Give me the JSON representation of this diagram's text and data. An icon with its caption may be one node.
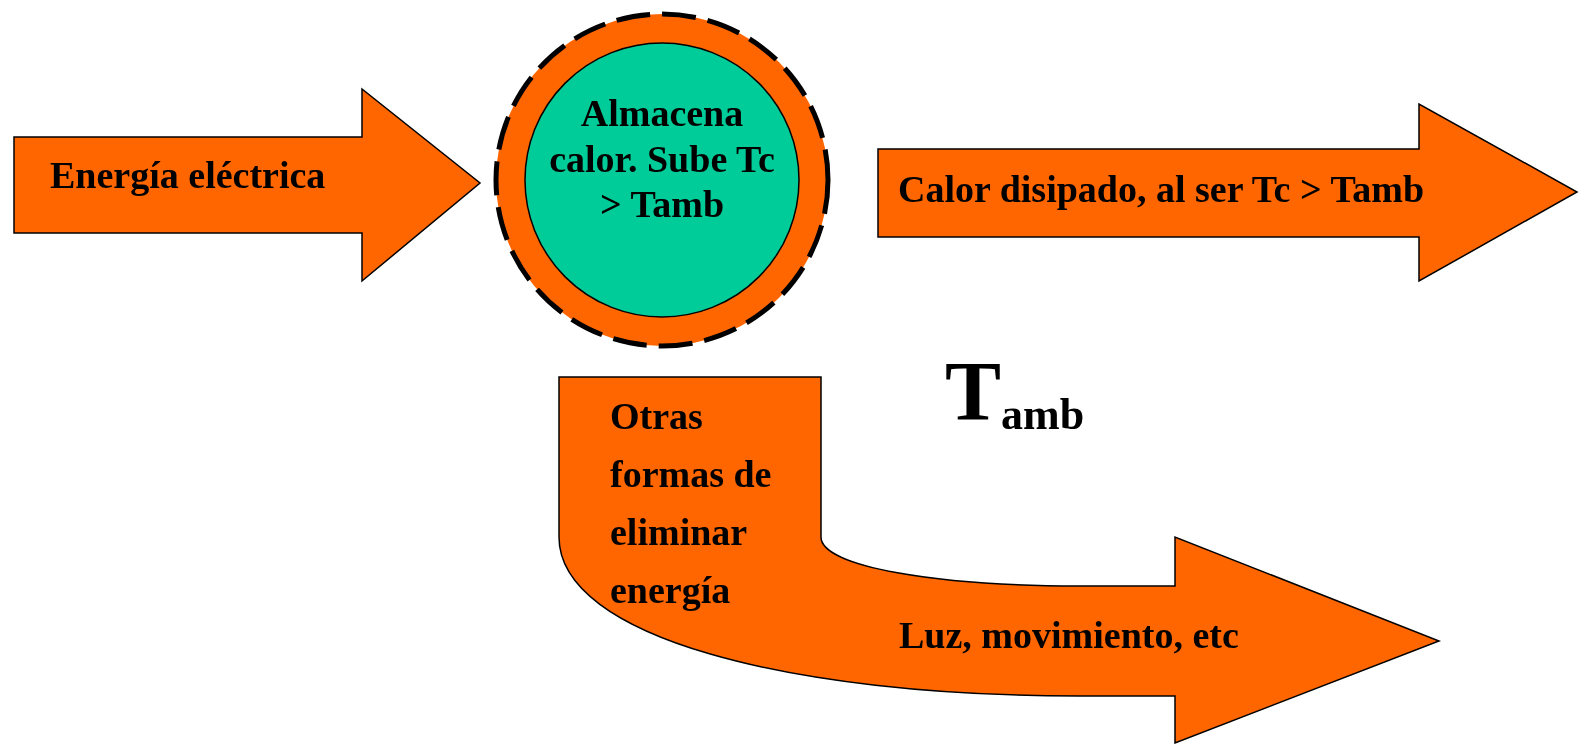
{
  "diagram": {
    "nodes": [
      {
        "text": [
          "Energía eléctrica"
        ]
      },
      {
        "text": [
          "Almacena calor. Sube Tc > Tamb"
        ]
      },
      {
        "text": [
          "Calor disipado, al ser Tc > Tamb"
        ]
      },
      {
        "text": [
          "Otras formas de eliminar energía",
          "Luz, movimiento, etc"
        ]
      }
    ],
    "labels": [
      "T$_{amb}$"
    ]
  }
}
